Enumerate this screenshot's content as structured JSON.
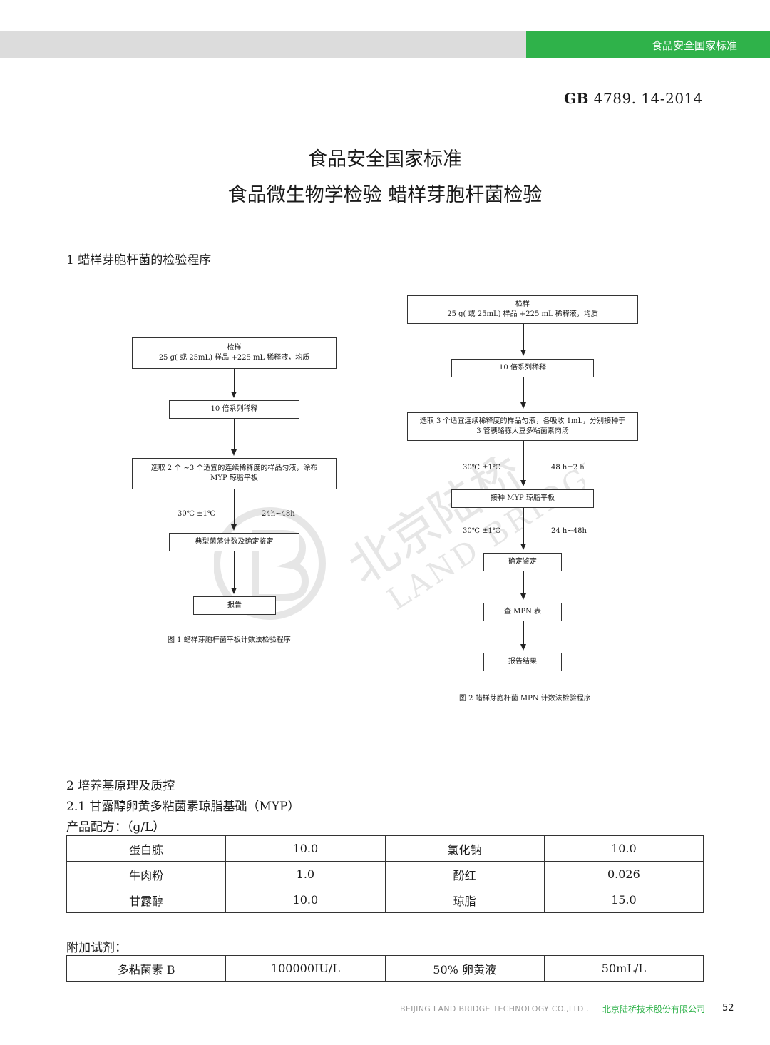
{
  "header": {
    "banner_text": "食品安全国家标准"
  },
  "doc": {
    "code_prefix": "GB",
    "code_number": "4789. 14-2014",
    "title_line1": "食品安全国家标准",
    "title_line2": "食品微生物学检验 蜡样芽胞杆菌检验"
  },
  "section1": {
    "heading": "1 蜡样芽胞杆菌的检验程序"
  },
  "flow1": {
    "box1_line1": "检样",
    "box1_line2": "25 g( 或 25mL) 样品 +225 mL 稀释液，均质",
    "box2": "10 倍系列稀释",
    "box3_line1": "选取 2 个 ~3 个适宜的连续稀释度的样品匀液，涂布",
    "box3_line2": "MYP 琼脂平板",
    "cond_temp": "30℃ ±1℃",
    "cond_time": "24h~48h",
    "box4": "典型菌落计数及确定鉴定",
    "box5": "报告",
    "caption": "图 1 蜡样芽胞杆菌平板计数法检验程序"
  },
  "flow2": {
    "box1_line1": "检样",
    "box1_line2": "25 g( 或 25mL) 样品 +225 mL 稀释液，均质",
    "box2": "10 倍系列稀释",
    "box3_line1": "选取 3 个适宜连续稀释度的样品匀液，各吸收 1mL，分别接种于",
    "box3_line2": "3 管胰酪胨大豆多粘菌素肉汤",
    "cond1_temp": "30℃ ±1℃",
    "cond1_time": "48 h±2 h",
    "box4": "接种 MYP 琼脂平板",
    "cond2_temp": "30℃ ±1℃",
    "cond2_time": "24 h~48h",
    "box5": "确定鉴定",
    "box6": "查 MPN 表",
    "box7": "报告结果",
    "caption": "图 2 蜡样芽胞杆菌 MPN 计数法检验程序"
  },
  "section2": {
    "heading": "2 培养基原理及质控",
    "subheading": "2.1 甘露醇卵黄多粘菌素琼脂基础（MYP）",
    "formula_label": "产品配方：（g/L）",
    "formula_rows": [
      [
        "蛋白胨",
        "10.0",
        "氯化钠",
        "10.0"
      ],
      [
        "牛肉粉",
        "1.0",
        "酚红",
        "0.026"
      ],
      [
        "甘露醇",
        "10.0",
        "琼脂",
        "15.0"
      ]
    ],
    "additive_label": "附加试剂：",
    "additive_rows": [
      [
        "多粘菌素 B",
        "100000IU/L",
        "50% 卵黄液",
        "50mL/L"
      ]
    ]
  },
  "watermark": {
    "cn": "北京陆桥",
    "en": "LAND BRIDGE",
    "color": "#c8c8c8"
  },
  "footer": {
    "company_en": "BEIJING LAND BRIDGE TECHNOLOGY CO.,LTD .",
    "company_cn": "北京陆桥技术股份有限公司",
    "page_number": "52"
  },
  "colors": {
    "brand_green": "#2fb24a",
    "header_gray": "#dcdcdc"
  }
}
